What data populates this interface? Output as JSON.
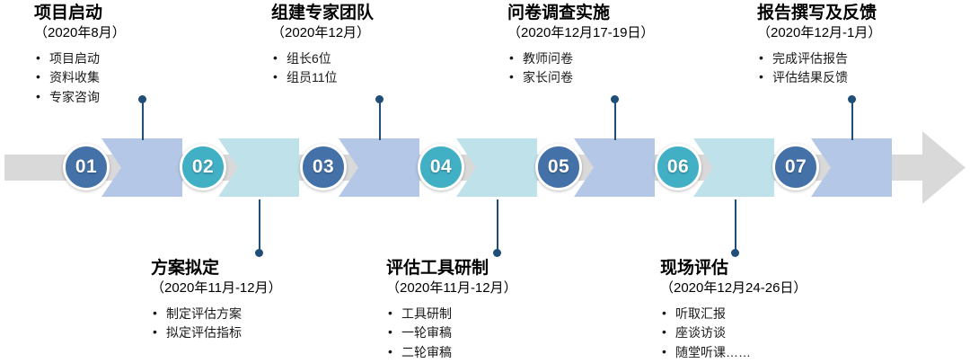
{
  "timeline": {
    "colors": {
      "track": "#d9d9d9",
      "node_odd": "#4472a8",
      "node_even": "#41afc4",
      "chevron_odd": "#b4c7e7",
      "chevron_even": "#bfe2ea",
      "connector": "#1f4e79"
    },
    "steps": [
      {
        "number": "01",
        "position": "top",
        "title": "项目启动",
        "date": "（2020年8月）",
        "bullets": [
          "项目启动",
          "资料收集",
          "专家咨询"
        ]
      },
      {
        "number": "02",
        "position": "bottom",
        "title": "方案拟定",
        "date": "（2020年11月-12月）",
        "bullets": [
          "制定评估方案",
          "拟定评估指标"
        ]
      },
      {
        "number": "03",
        "position": "top",
        "title": "组建专家团队",
        "date": "（2020年12月）",
        "bullets": [
          "组长6位",
          "组员11位"
        ]
      },
      {
        "number": "04",
        "position": "bottom",
        "title": "评估工具研制",
        "date": "（2020年11月-12月）",
        "bullets": [
          "工具研制",
          "一轮审稿",
          "二轮审稿"
        ]
      },
      {
        "number": "05",
        "position": "top",
        "title": "问卷调查实施",
        "date": "（2020年12月17-19日）",
        "bullets": [
          "教师问卷",
          "家长问卷"
        ]
      },
      {
        "number": "06",
        "position": "bottom",
        "title": "现场评估",
        "date": "（2020年12月24-26日）",
        "bullets": [
          "听取汇报",
          "座谈访谈",
          "随堂听课……"
        ]
      },
      {
        "number": "07",
        "position": "top",
        "title": "报告撰写及反馈",
        "date": "（2020年12月-1月）",
        "bullets": [
          "完成评估报告",
          "评估结果反馈"
        ]
      }
    ]
  }
}
